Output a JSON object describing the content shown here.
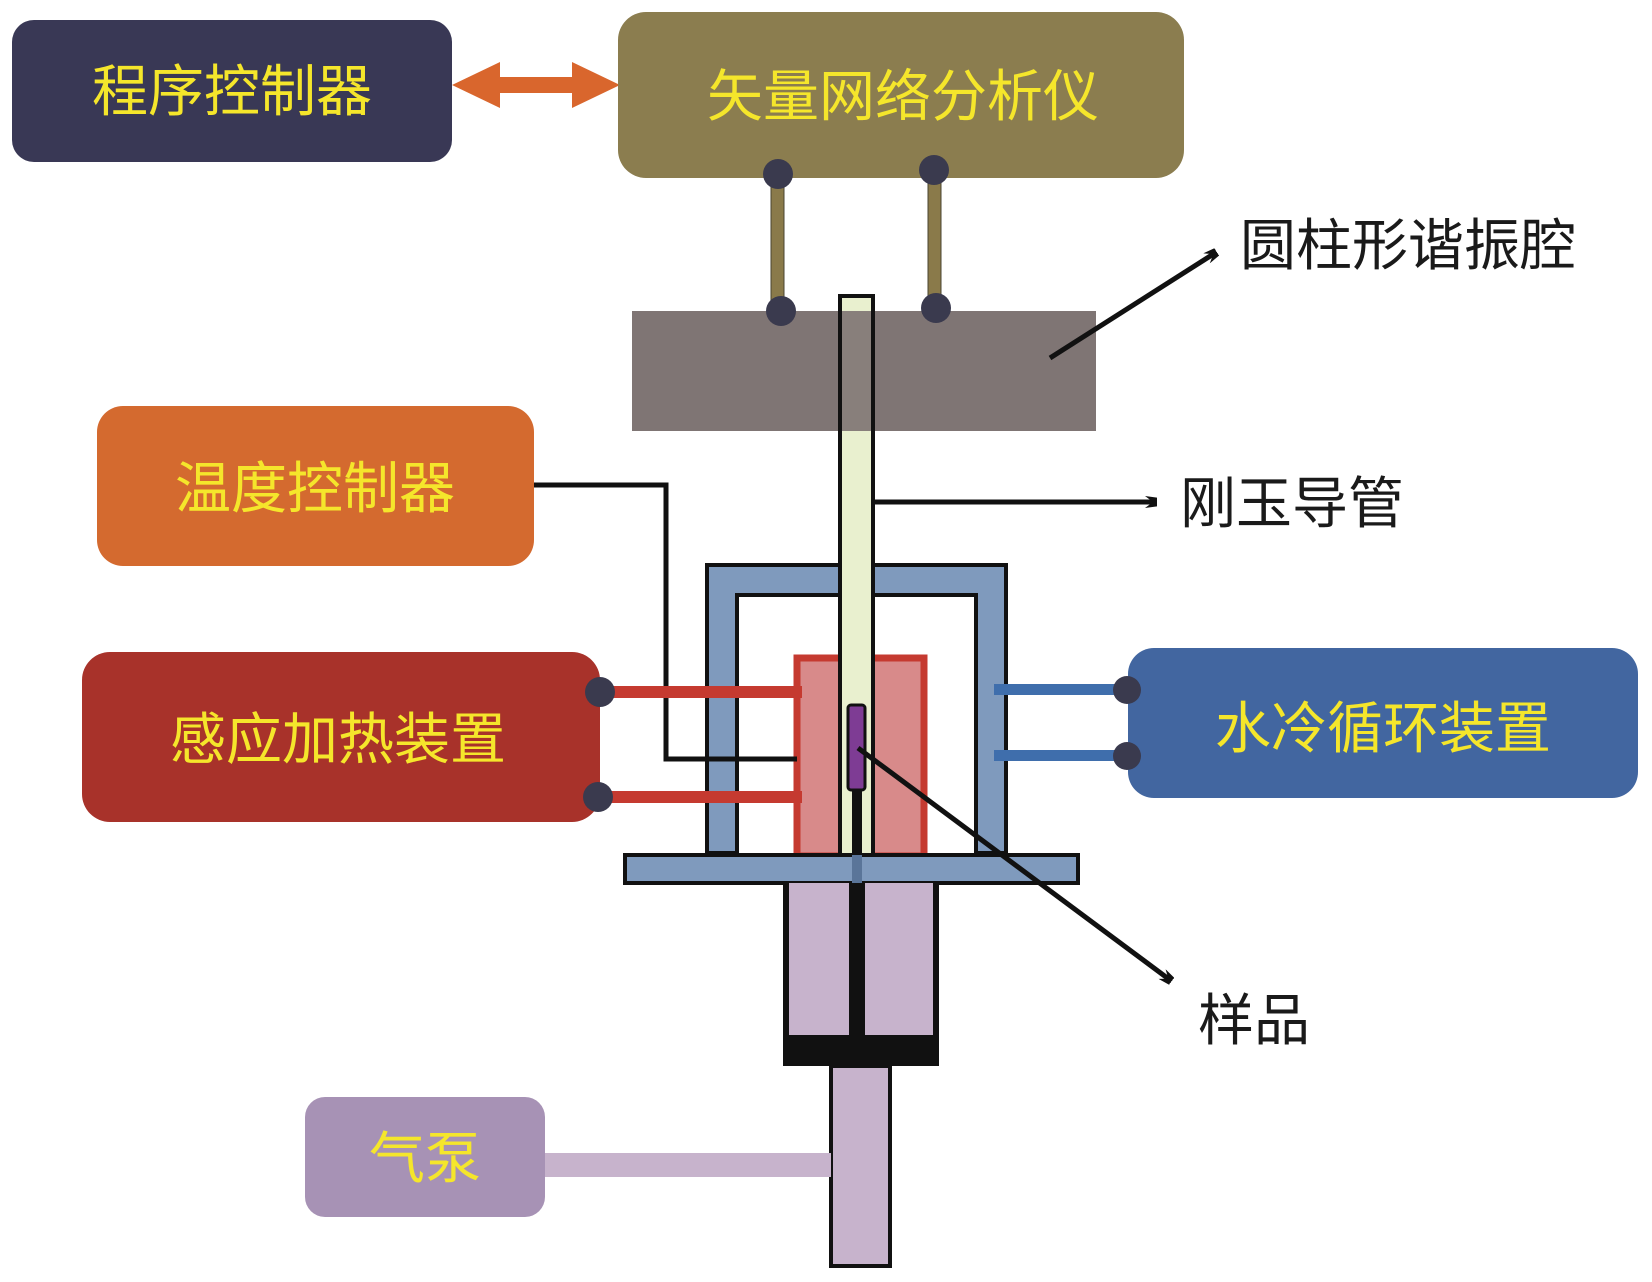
{
  "diagram": {
    "title": "",
    "boxes": {
      "program_controller": {
        "label": "程序控制器",
        "color": "#393855"
      },
      "vector_network_analyzer": {
        "label": "矢量网络分析仪",
        "color": "#8b7d4f"
      },
      "temperature_controller": {
        "label": "温度控制器",
        "color": "#d46a2f"
      },
      "induction_heater": {
        "label": "感应加热装置",
        "color": "#a8322a"
      },
      "water_cooling": {
        "label": "水冷循环装置",
        "color": "#4266a0"
      },
      "air_pump": {
        "label": "气泵",
        "color": "#a792b5"
      }
    },
    "callouts": {
      "cylindrical_cavity": "圆柱形谐振腔",
      "corundum_tube": "刚玉导管",
      "sample": "样品"
    },
    "colors": {
      "label_text": "#f5e62b",
      "cavity": "#7f7574",
      "tube": "#e9f0cf",
      "cooling_jacket": "#7f9abd",
      "heater_coil": "#d88a8a",
      "heater_outline": "#c53a30",
      "sample": "#7e3c94",
      "piston": "#c7b3cc",
      "bidirectional_arrow": "#d9662d",
      "cable": "#8a7a4a",
      "connector": "#3a3a4e"
    }
  }
}
